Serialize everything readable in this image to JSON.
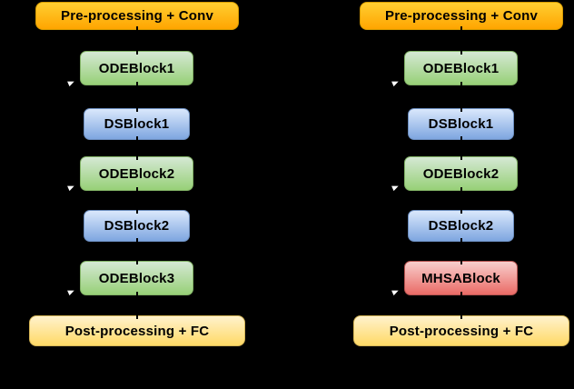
{
  "diagram": {
    "background_color": "#000000",
    "palette": {
      "orange": {
        "top": "#FFCE31",
        "bottom": "#FFA500",
        "border": "#D79B00"
      },
      "green": {
        "top": "#D5E8D4",
        "bottom": "#97D077",
        "border": "#82B366"
      },
      "blue": {
        "top": "#DAE8FC",
        "bottom": "#7EA6E0",
        "border": "#6C8EBF"
      },
      "red": {
        "top": "#F8CECC",
        "bottom": "#EA6B66",
        "border": "#B85450"
      },
      "yellow": {
        "top": "#FFF2CC",
        "bottom": "#FFD966",
        "border": "#D6B656"
      },
      "text": "#000000",
      "skip_arrowhead": "#FFFFFF"
    },
    "columns": [
      {
        "name": "left",
        "blocks": [
          {
            "label": "Pre-processing + Conv",
            "color_role": "orange",
            "skip_connection": false
          },
          {
            "label": "ODEBlock1",
            "color_role": "green",
            "skip_connection": true
          },
          {
            "label": "DSBlock1",
            "color_role": "blue",
            "skip_connection": false
          },
          {
            "label": "ODEBlock2",
            "color_role": "green",
            "skip_connection": true
          },
          {
            "label": "DSBlock2",
            "color_role": "blue",
            "skip_connection": false
          },
          {
            "label": "ODEBlock3",
            "color_role": "green",
            "skip_connection": true
          },
          {
            "label": "Post-processing + FC",
            "color_role": "yellow",
            "skip_connection": false
          }
        ]
      },
      {
        "name": "right",
        "blocks": [
          {
            "label": "Pre-processing + Conv",
            "color_role": "orange",
            "skip_connection": false
          },
          {
            "label": "ODEBlock1",
            "color_role": "green",
            "skip_connection": true
          },
          {
            "label": "DSBlock1",
            "color_role": "blue",
            "skip_connection": false
          },
          {
            "label": "ODEBlock2",
            "color_role": "green",
            "skip_connection": true
          },
          {
            "label": "DSBlock2",
            "color_role": "blue",
            "skip_connection": false
          },
          {
            "label": "MHSABlock",
            "color_role": "red",
            "skip_connection": true
          },
          {
            "label": "Post-processing + FC",
            "color_role": "yellow",
            "skip_connection": false
          }
        ]
      }
    ]
  }
}
